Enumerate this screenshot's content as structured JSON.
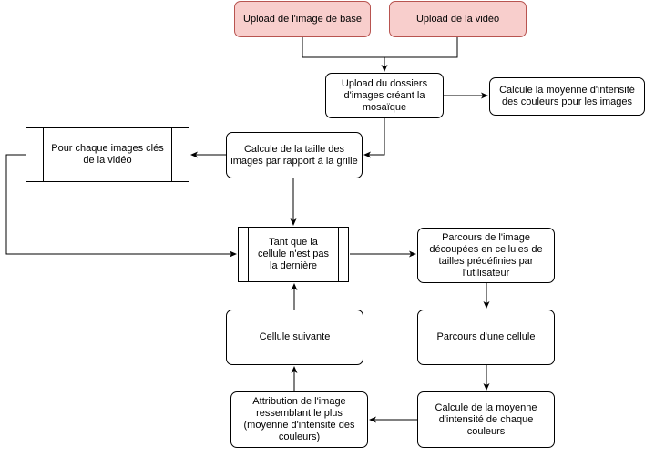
{
  "diagram": {
    "nodes": {
      "upload_base": "Upload de l'image de base",
      "upload_video": "Upload de la vidéo",
      "upload_dossiers": "Upload du dossiers d'images créant la mosaïque",
      "moyenne_images": "Calcule la moyenne d'intensité des couleurs pour les images",
      "taille_images": "Calcule de la taille des images par rapport à la grille",
      "images_cles": "Pour chaque images clés de la vidéo",
      "tant_que": "Tant que la cellule n'est pas la dernière",
      "parcours_image": "Parcours de l'image découpées en cellules de tailles prédéfinies par l'utilisateur",
      "parcours_cellule": "Parcours d'une cellule",
      "moyenne_cellule": "Calcule de la moyenne d'intensité de chaque couleurs",
      "attribution": "Attribution de l'image ressemblant le plus (moyenne d'intensité des couleurs)",
      "cellule_suivante": "Cellule suivante"
    }
  }
}
